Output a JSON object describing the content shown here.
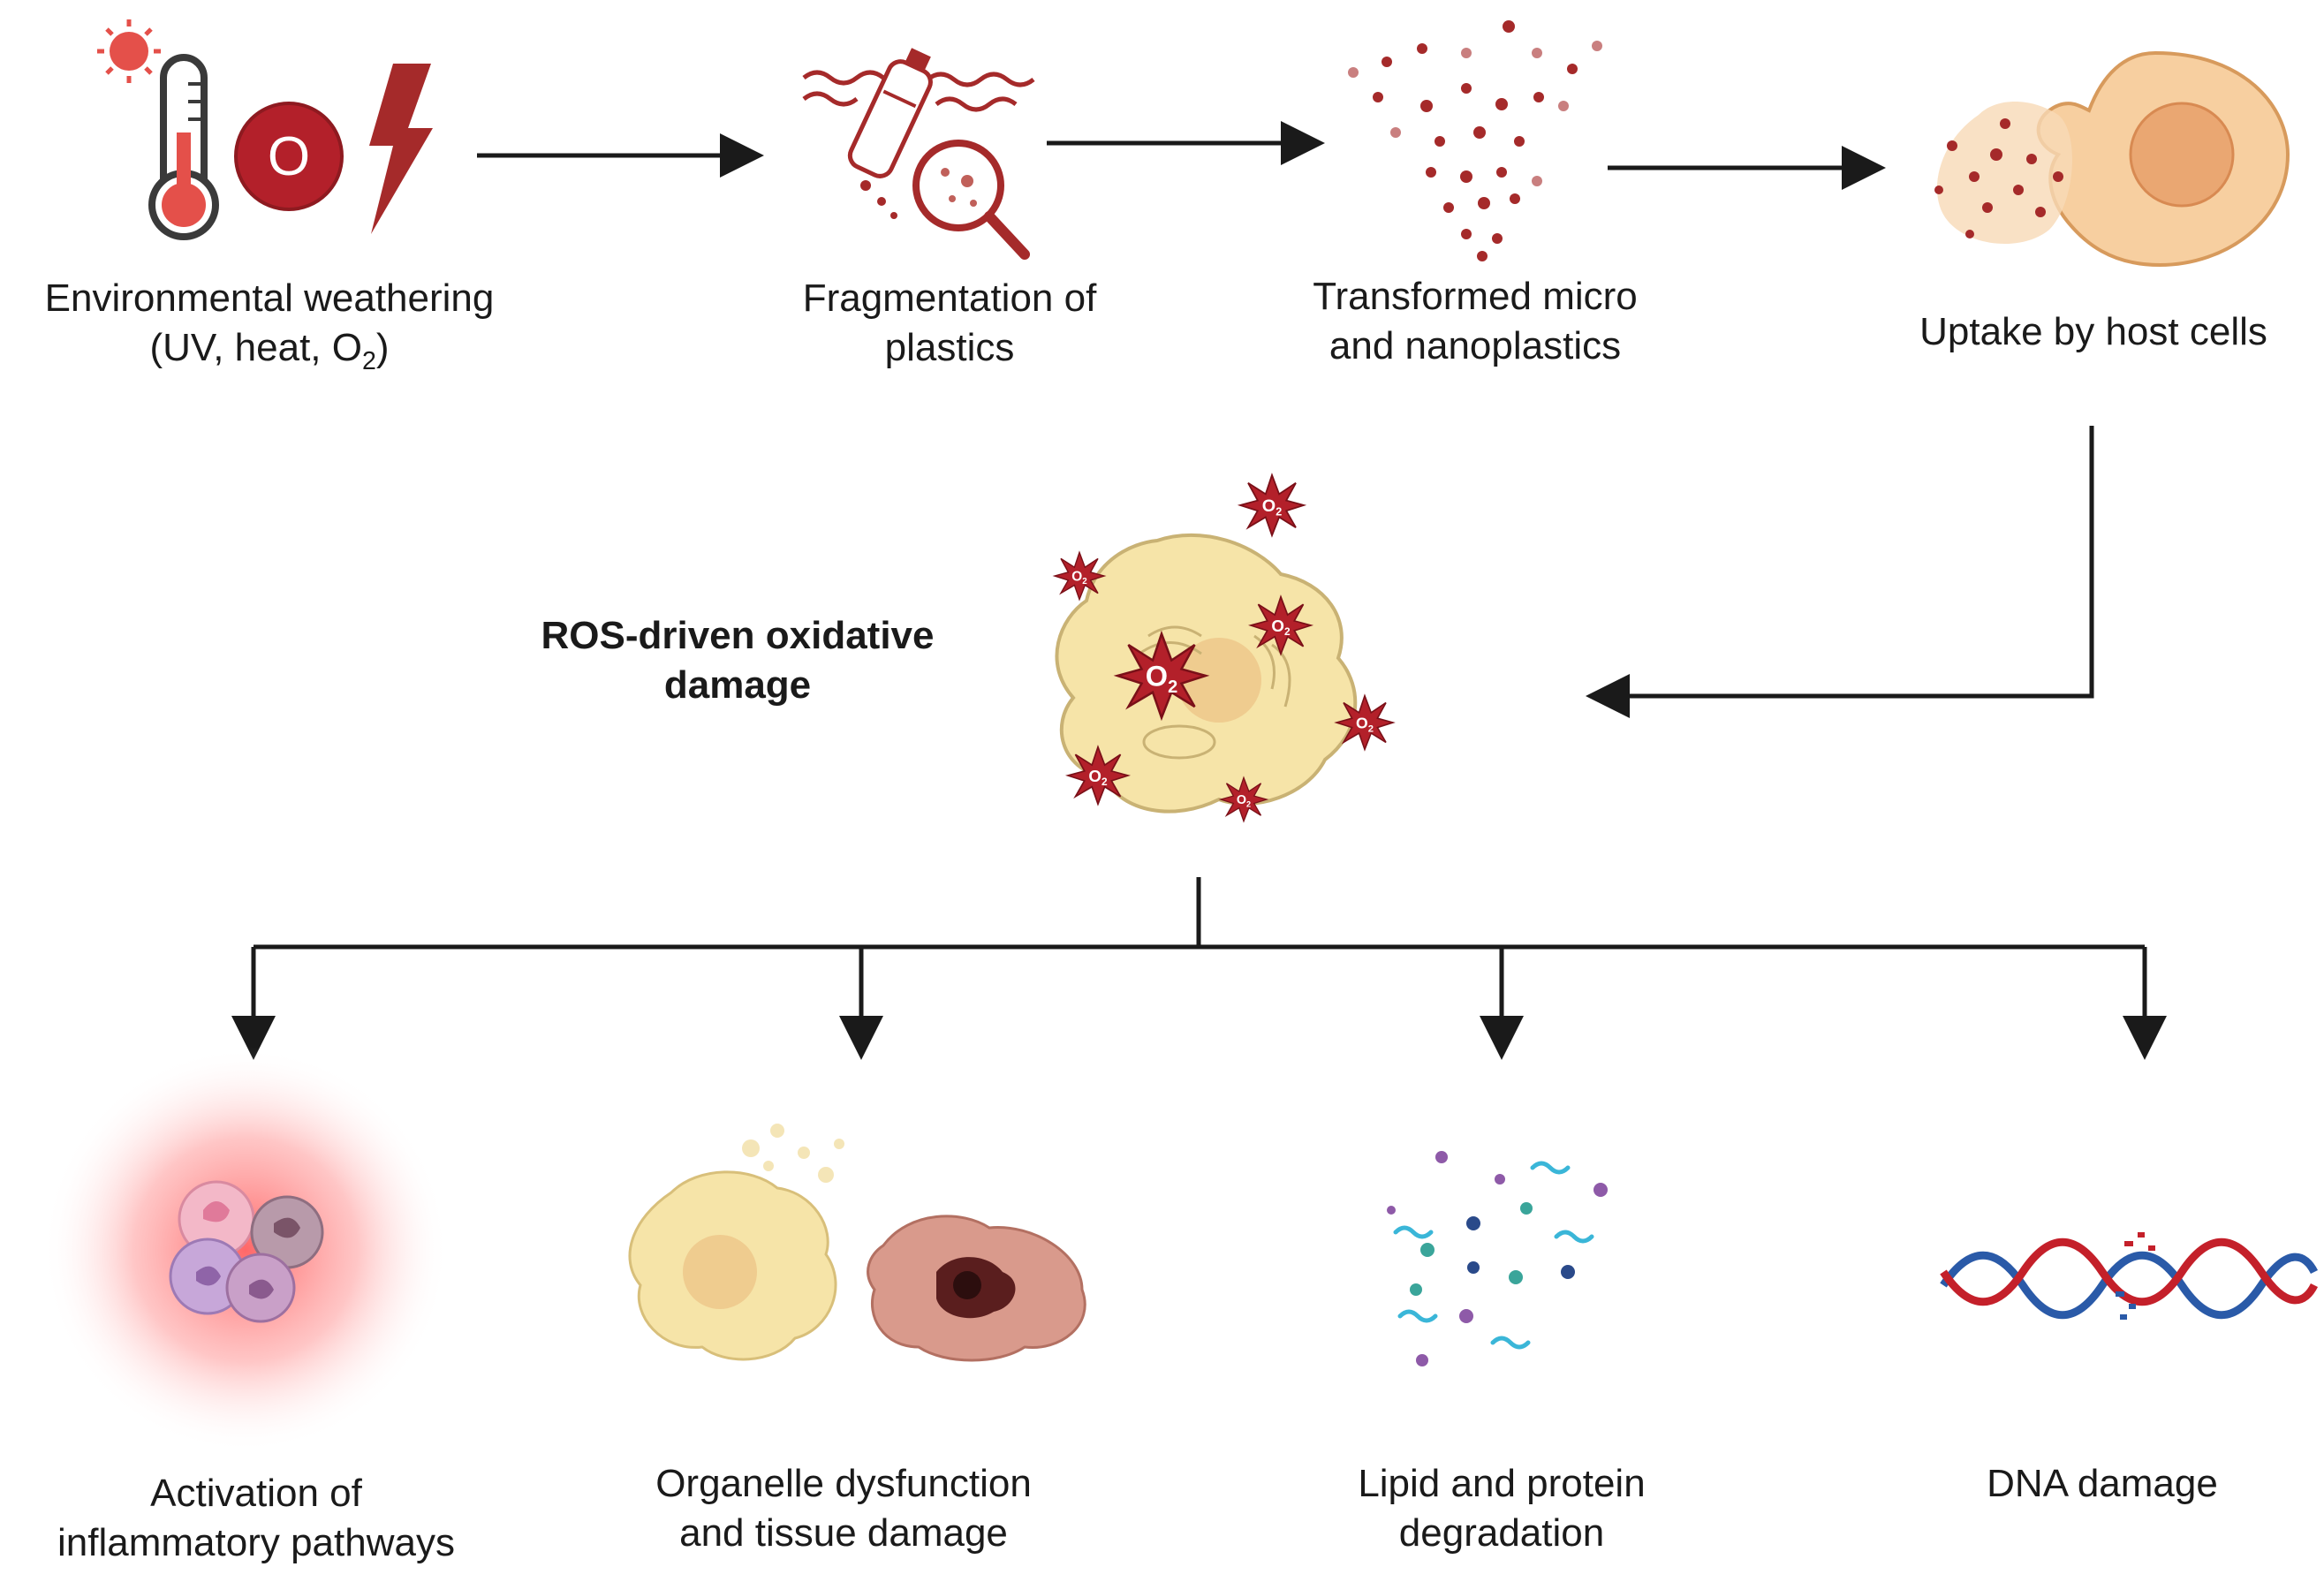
{
  "top_row": {
    "weathering": {
      "line1": "Environmental weathering",
      "line2_pre": "(UV, heat, O",
      "line2_sub": "2",
      "line2_post": ")",
      "icon": "weathering-icons",
      "o_letter": "O"
    },
    "fragmentation": {
      "line1": "Fragmentation of",
      "line2": "plastics",
      "icon": "plastic-bottle-magnifier-icon"
    },
    "transformed": {
      "line1": "Transformed micro",
      "line2": "and nanoplastics",
      "icon": "particle-cloud-icon"
    },
    "uptake": {
      "line1": "Uptake by host cells",
      "icon": "host-cell-icon"
    }
  },
  "center": {
    "ros": {
      "line1": "ROS-driven oxidative",
      "line2": "damage",
      "icon": "damaged-cell-icon",
      "o2_pre": "O",
      "o2_sub": "2"
    }
  },
  "outcomes": {
    "inflammatory": {
      "line1": "Activation of",
      "line2": "inflammatory pathways",
      "icon": "immune-cells-icon"
    },
    "organelle": {
      "line1": "Organelle dysfunction",
      "line2": "and tissue damage",
      "icon": "damaged-tissue-icon"
    },
    "lipid": {
      "line1": "Lipid and protein",
      "line2": "degradation",
      "icon": "molecule-fragments-icon"
    },
    "dna": {
      "line1": "DNA damage",
      "icon": "dna-helix-icon"
    }
  },
  "colors": {
    "arrow": "#1a1a1a",
    "red": "#a52a2a",
    "cell": "#f6e4a8",
    "host_cell": "#f7cfa0"
  }
}
